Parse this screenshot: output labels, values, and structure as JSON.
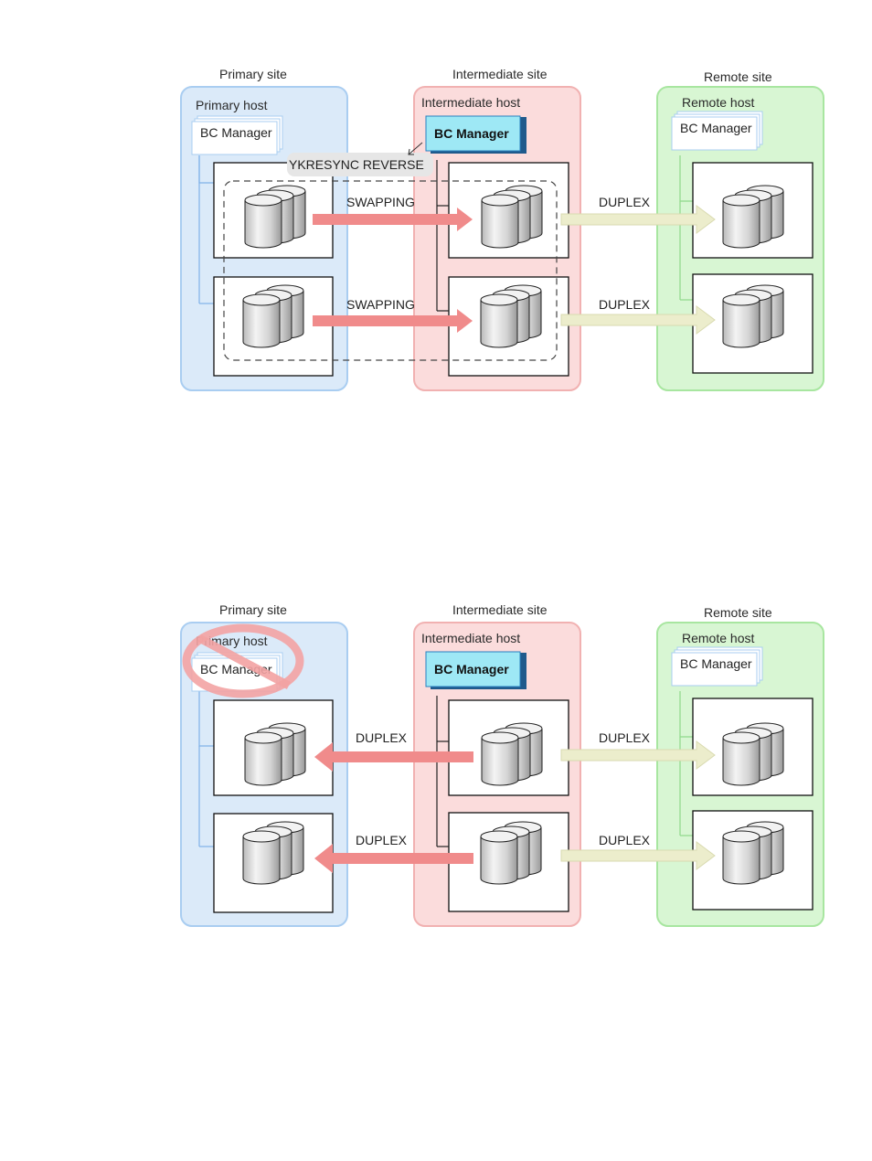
{
  "colors": {
    "primary_site_fill": "#dbeaf9",
    "primary_site_border": "#a9cdf1",
    "intermediate_site_fill": "#fbdcdc",
    "intermediate_site_border": "#f1b1b1",
    "remote_site_fill": "#d8f6d3",
    "remote_site_border": "#a8e6a0",
    "bc_manager_active": "#9ee8f5",
    "bc_manager_active_border": "#2a80c0",
    "arrow_red": "#f08b8b",
    "arrow_yellow": "#ecedcc",
    "no_sign": "#f3a3a3"
  },
  "top": {
    "primary_site": {
      "title": "Primary site",
      "host": "Primary host",
      "bc_manager": "BC Manager"
    },
    "intermediate_site": {
      "title": "Intermediate site",
      "host": "Intermediate host",
      "bc_manager": "BC Manager"
    },
    "remote_site": {
      "title": "Remote site",
      "host": "Remote host",
      "bc_manager": "BC Manager"
    },
    "command": "YKRESYNC REVERSE",
    "link_primary_intermediate_1": "SWAPPING",
    "link_primary_intermediate_2": "SWAPPING",
    "link_intermediate_remote_1": "DUPLEX",
    "link_intermediate_remote_2": "DUPLEX"
  },
  "bottom": {
    "primary_site": {
      "title": "Primary site",
      "host": "Primary host",
      "bc_manager": "BC Manager",
      "status": "unavailable"
    },
    "intermediate_site": {
      "title": "Intermediate site",
      "host": "Intermediate host",
      "bc_manager": "BC Manager"
    },
    "remote_site": {
      "title": "Remote site",
      "host": "Remote host",
      "bc_manager": "BC Manager"
    },
    "link_intermediate_primary_1": "DUPLEX",
    "link_intermediate_primary_2": "DUPLEX",
    "link_intermediate_remote_1": "DUPLEX",
    "link_intermediate_remote_2": "DUPLEX"
  }
}
